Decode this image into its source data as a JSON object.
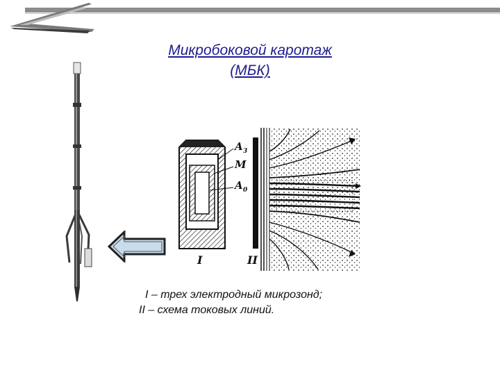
{
  "header": {
    "title_line1": "Микробоковой каротаж",
    "title_line2": "(МБК)"
  },
  "diagram": {
    "panel_label_1": "I",
    "panel_label_2": "II",
    "electrode_a3": "A",
    "electrode_a3_sub": "3",
    "electrode_m": "M",
    "electrode_a0": "A",
    "electrode_a0_sub": "0"
  },
  "caption": {
    "line1": "I – трех электродный микрозонд;",
    "line2": "II – схема токовых линий."
  },
  "colors": {
    "title": "#1d1d8f",
    "arrow_fill": "#c9dcec",
    "top_bar": "#8c8c8c"
  },
  "icons": {
    "logo": "swoosh-logo-icon",
    "arrow": "left-arrow-icon"
  }
}
